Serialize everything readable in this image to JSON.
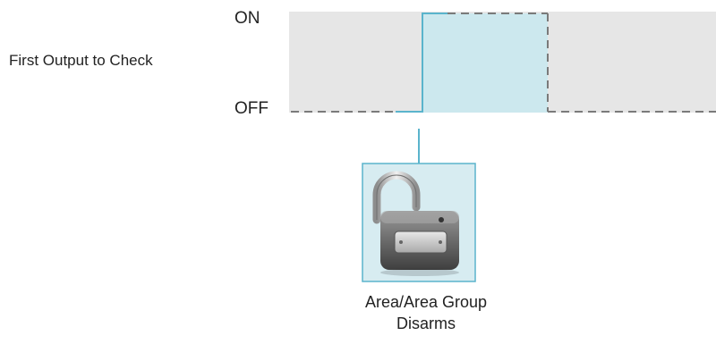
{
  "row_label": "First Output to Check",
  "levels": {
    "on": "ON",
    "off": "OFF"
  },
  "trigger_caption_line1": "Area/Area Group",
  "trigger_caption_line2": "Disarms",
  "trigger_icon": "padlock-unlocked-icon",
  "colors": {
    "background_band": "#e6e6e6",
    "active_fill": "#cce8ee",
    "signal_line": "#5ab4cc",
    "dashed_line": "#7a7a7a",
    "icon_box_fill": "#d7ecf1",
    "icon_box_border": "#5ab4cc"
  }
}
